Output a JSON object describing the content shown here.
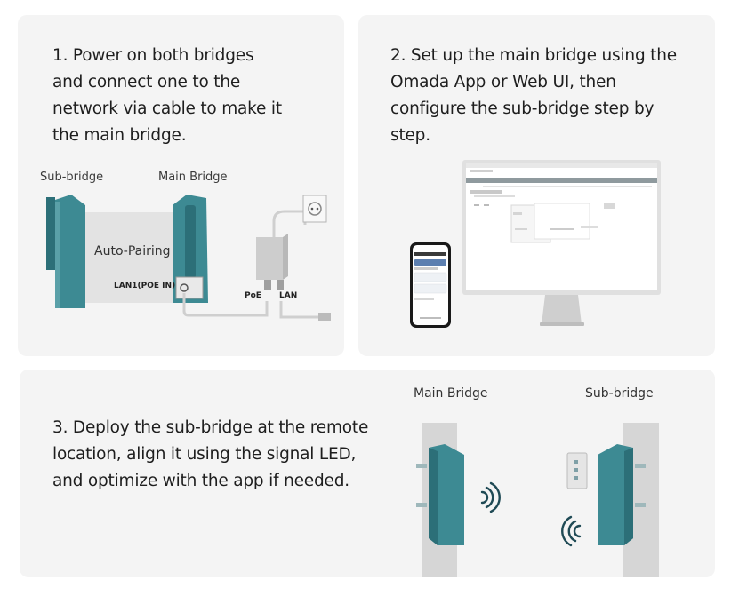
{
  "step1": {
    "text": "1. Power on both bridges\nand connect one to the\nnetwork via cable to make it\nthe main bridge.",
    "label_sub_bridge": "Sub-bridge",
    "label_main_bridge": "Main Bridge",
    "label_auto_pairing": "Auto-Pairing",
    "label_lan1": "LAN1(POE IN)",
    "label_poe": "PoE",
    "label_lan": "LAN"
  },
  "step2": {
    "text": "2. Set up the main bridge using the\nOmada App or Web UI, then\nconfigure the sub-bridge step by\nstep."
  },
  "step3": {
    "text": "3. Deploy the sub-bridge at the remote\nlocation, align it using the signal LED,\nand optimize with the app if needed.",
    "label_main_bridge": "Main Bridge",
    "label_sub_bridge": "Sub-bridge"
  },
  "colors": {
    "card_bg": "#f4f4f4",
    "bridge_teal": "#3d8a93",
    "bridge_teal_dark": "#2c6f78",
    "pole_gray": "#d6d6d6"
  },
  "icons": [
    "signal-waves-icon",
    "power-outlet-icon",
    "poe-adapter-icon",
    "ethernet-cable-icon",
    "status-led-icon"
  ]
}
